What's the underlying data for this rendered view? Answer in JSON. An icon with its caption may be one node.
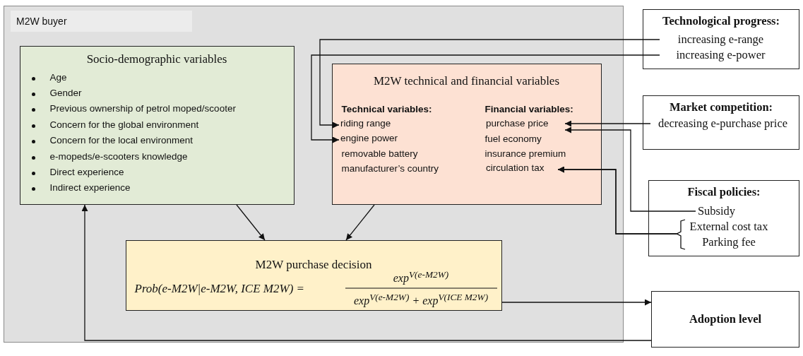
{
  "diagram": {
    "nodes": [
      {
        "text": [
          "M2W buyer"
        ]
      },
      {
        "text": [
          "Socio-demographic variables",
          "Age",
          "Gender",
          "Previous ownership of petrol moped/scooter",
          "Concern for the global environment",
          "Concern for the local environment",
          "e-mopeds/e-scooters knowledge",
          "Direct experience",
          "Indirect experience"
        ],
        "in": 0
      },
      {
        "text": [
          "M2W technical and financial variables",
          "Technical variables:",
          "Financial variables:",
          "removable battery",
          "manufacturer’s country",
          "fuel economy",
          "insurance premium"
        ],
        "in": 0
      },
      {
        "text": [
          "riding range"
        ],
        "in": 2
      },
      {
        "text": [
          "engine power"
        ],
        "in": 2
      },
      {
        "text": [
          "purchase price"
        ],
        "in": 2
      },
      {
        "text": [
          "circulation tax"
        ],
        "in": 2
      },
      {
        "text": [
          "M2W purchase decision",
          "Prob(e-M2W|e-M2W, ICE M2W) =",
          "exp$^{V(e-M2W)}$",
          "exp$^{V(e-M2W)}$ + exp$^{V(ICE M2W)}$"
        ],
        "in": 0
      },
      {
        "text": [
          "Technological progress:"
        ]
      },
      {
        "text": [
          "increasing e-range"
        ],
        "in": 8
      },
      {
        "text": [
          "increasing e-power"
        ],
        "in": 8
      },
      {
        "text": [
          "Market competition:"
        ]
      },
      {
        "text": [
          "decreasing e-purchase price"
        ],
        "in": 11
      },
      {
        "text": [
          "Fiscal policies:"
        ]
      },
      {
        "text": [
          "Subsidy"
        ],
        "in": 13
      },
      {
        "text": [
          "External cost tax"
        ],
        "in": 13
      },
      {
        "text": [
          "Parking fee"
        ],
        "in": 13
      },
      {
        "text": [
          "Adoption level"
        ]
      }
    ],
    "edges": [
      {
        "from": 9,
        "to": 3,
        "arrow": "to"
      },
      {
        "from": 10,
        "to": 4,
        "arrow": "to"
      },
      {
        "from": 12,
        "to": 5,
        "arrow": "to"
      },
      {
        "from": 14,
        "to": 5,
        "arrow": "to"
      },
      {
        "from": 15,
        "to": 6,
        "arrow": "to"
      },
      {
        "from": 16,
        "to": 6,
        "arrow": "to"
      },
      {
        "from": 1,
        "to": 7,
        "arrow": "to"
      },
      {
        "from": 2,
        "to": 7,
        "arrow": "to"
      },
      {
        "from": 7,
        "to": 17,
        "arrow": "to"
      },
      {
        "from": 17,
        "to": 1,
        "arrow": "to"
      }
    ]
  }
}
